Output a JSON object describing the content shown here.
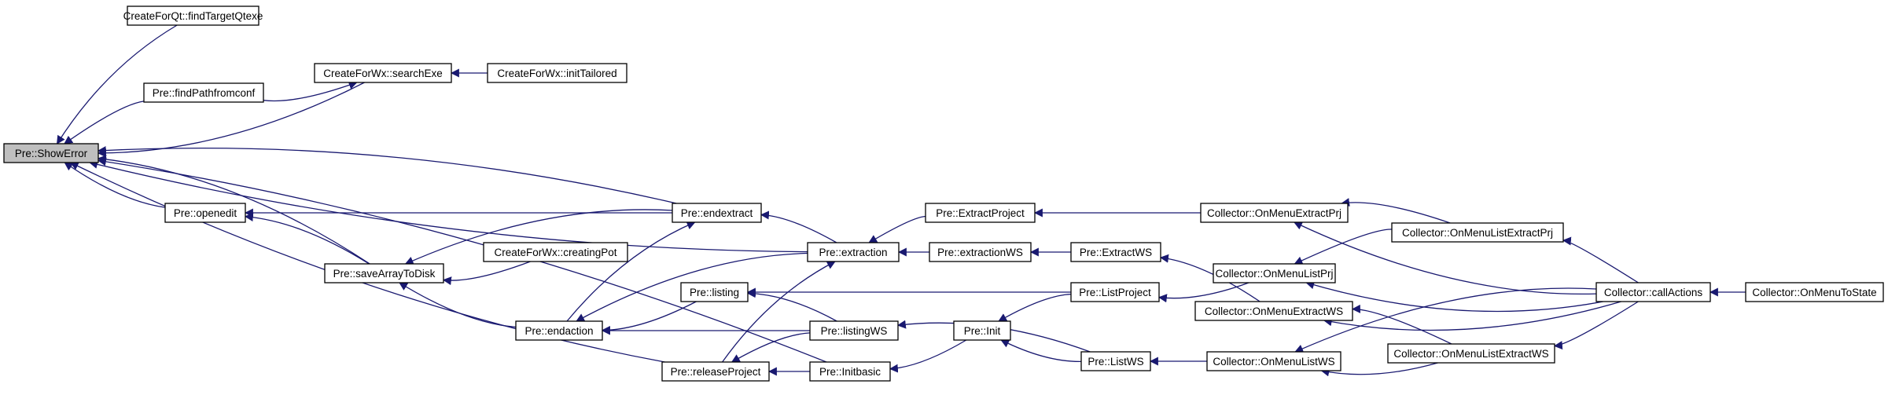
{
  "colors": {
    "edge": "#191970",
    "node_border": "#000000",
    "highlight_fill": "#bfbfbf",
    "node_fill": "#ffffff"
  },
  "nodes": [
    {
      "id": "showerror",
      "label": "Pre::ShowError",
      "highlight": true
    },
    {
      "id": "findtargetqtexe",
      "label": "CreateForQt::findTargetQtexe"
    },
    {
      "id": "searchexe",
      "label": "CreateForWx::searchExe"
    },
    {
      "id": "inittailored",
      "label": "CreateForWx::initTailored"
    },
    {
      "id": "findpathfromconf",
      "label": "Pre::findPathfromconf"
    },
    {
      "id": "openedit",
      "label": "Pre::openedit"
    },
    {
      "id": "endextract",
      "label": "Pre::endextract"
    },
    {
      "id": "savearraytodisk",
      "label": "Pre::saveArrayToDisk"
    },
    {
      "id": "creatingpot",
      "label": "CreateForWx::creatingPot"
    },
    {
      "id": "extraction",
      "label": "Pre::extraction"
    },
    {
      "id": "extractproject",
      "label": "Pre::ExtractProject"
    },
    {
      "id": "extractionws",
      "label": "Pre::extractionWS"
    },
    {
      "id": "extractws",
      "label": "Pre::ExtractWS"
    },
    {
      "id": "listing",
      "label": "Pre::listing"
    },
    {
      "id": "endaction",
      "label": "Pre::endaction"
    },
    {
      "id": "listingws",
      "label": "Pre::listingWS"
    },
    {
      "id": "releaseproject",
      "label": "Pre::releaseProject"
    },
    {
      "id": "initbasic",
      "label": "Pre::Initbasic"
    },
    {
      "id": "init",
      "label": "Pre::Init"
    },
    {
      "id": "listproject",
      "label": "Pre::ListProject"
    },
    {
      "id": "listws",
      "label": "Pre::ListWS"
    },
    {
      "id": "onmenuextractprj",
      "label": "Collector::OnMenuExtractPrj"
    },
    {
      "id": "onmenulistextractprj",
      "label": "Collector::OnMenuListExtractPrj"
    },
    {
      "id": "onmenulistprj",
      "label": "Collector::OnMenuListPrj"
    },
    {
      "id": "onmenuextractws",
      "label": "Collector::OnMenuExtractWS"
    },
    {
      "id": "onmenulistextractws",
      "label": "Collector::OnMenuListExtractWS"
    },
    {
      "id": "onmenulistws",
      "label": "Collector::OnMenuListWS"
    },
    {
      "id": "callactions",
      "label": "Collector::callActions"
    },
    {
      "id": "onmenutostate",
      "label": "Collector::OnMenuToState"
    }
  ],
  "edges": [
    {
      "from": "findtargetqtexe",
      "to": "showerror"
    },
    {
      "from": "searchexe",
      "to": "showerror"
    },
    {
      "from": "findpathfromconf",
      "to": "showerror"
    },
    {
      "from": "extraction",
      "to": "showerror"
    },
    {
      "from": "endextract",
      "to": "showerror"
    },
    {
      "from": "openedit",
      "to": "showerror"
    },
    {
      "from": "savearraytodisk",
      "to": "showerror"
    },
    {
      "from": "releaseproject",
      "to": "showerror"
    },
    {
      "from": "initbasic",
      "to": "showerror"
    },
    {
      "from": "inittailored",
      "to": "searchexe"
    },
    {
      "from": "findpathfromconf",
      "to": "searchexe"
    },
    {
      "from": "endextract",
      "to": "openedit"
    },
    {
      "from": "savearraytodisk",
      "to": "openedit"
    },
    {
      "from": "creatingpot",
      "to": "savearraytodisk"
    },
    {
      "from": "endextract",
      "to": "savearraytodisk"
    },
    {
      "from": "endaction",
      "to": "savearraytodisk"
    },
    {
      "from": "extraction",
      "to": "endextract"
    },
    {
      "from": "endaction",
      "to": "endextract"
    },
    {
      "from": "extractproject",
      "to": "extraction"
    },
    {
      "from": "extractionws",
      "to": "extraction"
    },
    {
      "from": "extraction",
      "to": "endaction"
    },
    {
      "from": "listing",
      "to": "endaction"
    },
    {
      "from": "listingws",
      "to": "endaction"
    },
    {
      "from": "listproject",
      "to": "listing"
    },
    {
      "from": "listingws",
      "to": "listing"
    },
    {
      "from": "releaseproject",
      "to": "extraction"
    },
    {
      "from": "listingws",
      "to": "releaseproject"
    },
    {
      "from": "initbasic",
      "to": "releaseproject"
    },
    {
      "from": "listws",
      "to": "listingws"
    },
    {
      "from": "init",
      "to": "initbasic"
    },
    {
      "from": "listproject",
      "to": "init"
    },
    {
      "from": "listws",
      "to": "init"
    },
    {
      "from": "extractws",
      "to": "extractionws"
    },
    {
      "from": "onmenuextractprj",
      "to": "extractproject"
    },
    {
      "from": "onmenulistextractprj",
      "to": "onmenuextractprj"
    },
    {
      "from": "callactions",
      "to": "onmenuextractprj"
    },
    {
      "from": "onmenuextractws",
      "to": "extractws"
    },
    {
      "from": "onmenulistprj",
      "to": "listproject"
    },
    {
      "from": "onmenulistextractprj",
      "to": "onmenulistprj"
    },
    {
      "from": "callactions",
      "to": "onmenulistprj"
    },
    {
      "from": "callactions",
      "to": "onmenulistextractprj"
    },
    {
      "from": "callactions",
      "to": "onmenuextractws"
    },
    {
      "from": "onmenulistextractws",
      "to": "onmenuextractws"
    },
    {
      "from": "callactions",
      "to": "onmenulistextractws"
    },
    {
      "from": "onmenulistws",
      "to": "listws"
    },
    {
      "from": "onmenulistextractws",
      "to": "onmenulistws"
    },
    {
      "from": "callactions",
      "to": "onmenulistws"
    },
    {
      "from": "onmenutostate",
      "to": "callactions"
    }
  ]
}
